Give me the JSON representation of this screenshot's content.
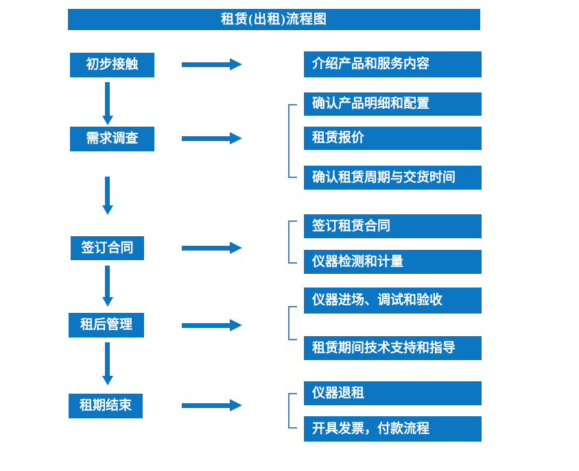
{
  "title": "租赁(出租)流程图",
  "colors": {
    "primary": "#0d76c3",
    "bracket": "#4a7ebf",
    "text": "#ffffff",
    "background": "#ffffff"
  },
  "steps": [
    {
      "label": "初步接触",
      "details": [
        "介绍产品和服务内容"
      ]
    },
    {
      "label": "需求调查",
      "details": [
        "确认产品明细和配置",
        "租赁报价",
        "确认租赁周期与交货时间"
      ]
    },
    {
      "label": "签订合同",
      "details": [
        "签订租赁合同",
        "仪器检测和计量"
      ]
    },
    {
      "label": "租后管理",
      "details": [
        "仪器进场、调试和验收",
        "租赁期间技术支持和指导"
      ]
    },
    {
      "label": "租期结束",
      "details": [
        "仪器退租",
        "开具发票，付款流程"
      ]
    }
  ]
}
